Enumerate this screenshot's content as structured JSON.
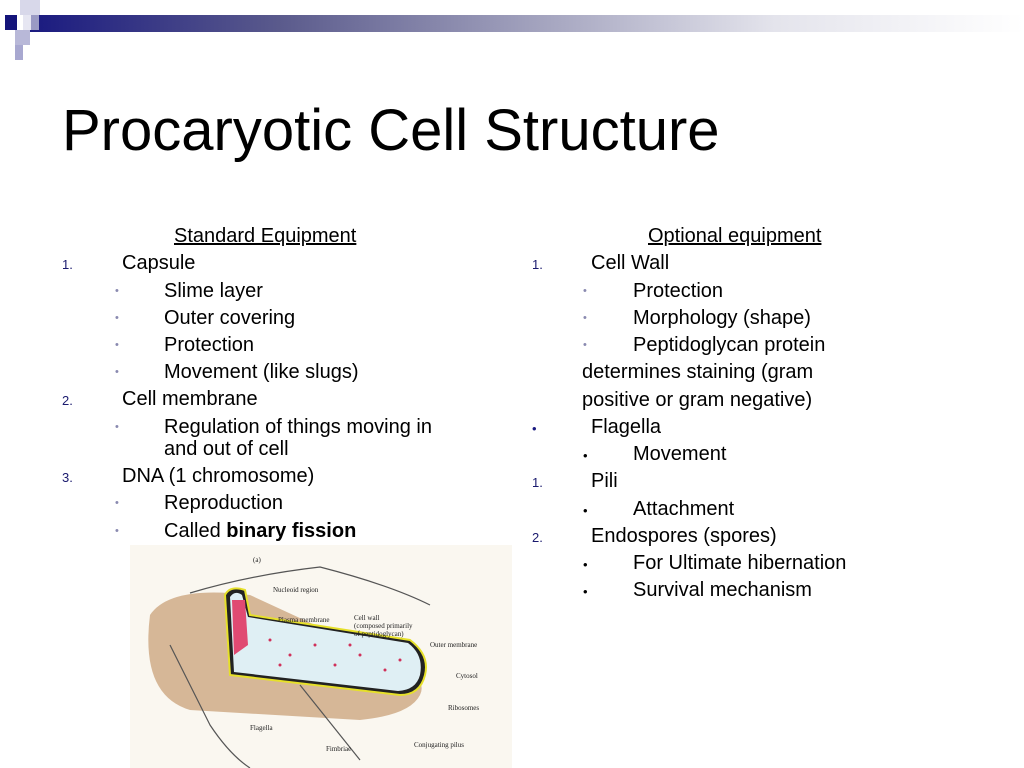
{
  "slide": {
    "title": "Procaryotic Cell Structure",
    "left": {
      "header": "Standard Equipment",
      "lines": [
        {
          "marker": "1.",
          "kind": "num",
          "text": "Capsule"
        },
        {
          "marker": "•",
          "kind": "sub",
          "text": "Slime layer"
        },
        {
          "marker": "•",
          "kind": "sub",
          "text": "Outer covering"
        },
        {
          "marker": "•",
          "kind": "sub",
          "text": "Protection"
        },
        {
          "marker": "•",
          "kind": "sub",
          "text": "Movement (like slugs)"
        },
        {
          "marker": "2.",
          "kind": "num",
          "text": "Cell membrane"
        },
        {
          "marker": "•",
          "kind": "sub",
          "text": "Regulation of things moving in"
        },
        {
          "marker": "",
          "kind": "cont",
          "text": "and out of cell"
        },
        {
          "marker": "3.",
          "kind": "num",
          "text": "DNA (1 chromosome)"
        },
        {
          "marker": "•",
          "kind": "sub",
          "text": "Reproduction"
        },
        {
          "marker": "•",
          "kind": "sub",
          "text": "Called ",
          "bold": "binary fission"
        }
      ]
    },
    "right": {
      "header": "Optional equipment",
      "lines": [
        {
          "marker": "1.",
          "kind": "num",
          "text": "Cell Wall"
        },
        {
          "marker": "•",
          "kind": "sub",
          "text": "Protection"
        },
        {
          "marker": "•",
          "kind": "sub",
          "text": "Morphology (shape)"
        },
        {
          "marker": "•",
          "kind": "sub",
          "text": "Peptidoglycan protein"
        },
        {
          "marker": "",
          "kind": "plain",
          "text": "determines staining (gram"
        },
        {
          "marker": "",
          "kind": "plain",
          "text": "positive or gram negative)"
        },
        {
          "marker": "•",
          "kind": "bluebullet",
          "text": "Flagella"
        },
        {
          "marker": "•",
          "kind": "dot",
          "text": "Movement"
        },
        {
          "marker": "1.",
          "kind": "num",
          "text": "Pili"
        },
        {
          "marker": "•",
          "kind": "dot",
          "text": "Attachment"
        },
        {
          "marker": "2.",
          "kind": "num",
          "text": "Endospores (spores)"
        },
        {
          "marker": "•",
          "kind": "dot",
          "text": "For Ultimate hibernation"
        },
        {
          "marker": "•",
          "kind": "dot",
          "text": "Survival mechanism"
        }
      ]
    },
    "figure": {
      "panel_label": "(a)",
      "labels": [
        "Nucleoid region",
        "Plasma membrane",
        "Cell wall",
        "(composed primarily",
        "of peptidoglycan)",
        "Outer membrane",
        "Cytosol",
        "Ribosomes",
        "Flagella",
        "Fimbriae",
        "Conjugating pilus"
      ]
    }
  }
}
